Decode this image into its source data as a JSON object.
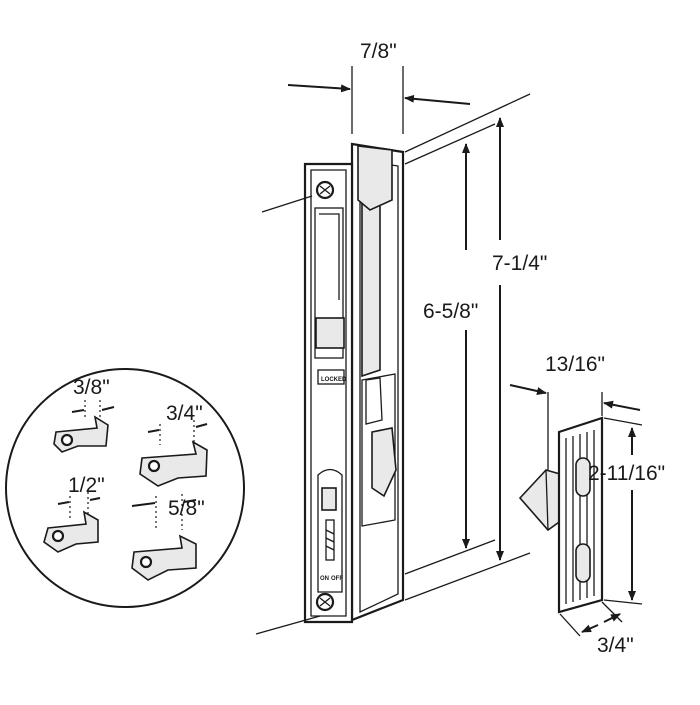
{
  "dimensions": {
    "width_label": "7/8\"",
    "inner_height_label": "6-5/8\"",
    "overall_height_label": "7-1/4\"",
    "keeper_width_label": "13/16\"",
    "keeper_height_label": "2-11/16\"",
    "keeper_depth_label": "3/4\""
  },
  "hook_options": [
    {
      "label": "3/8\""
    },
    {
      "label": "3/4\""
    },
    {
      "label": "1/2\""
    },
    {
      "label": "5/8\""
    }
  ],
  "latch_markings": {
    "lock_label": "LOCKED",
    "on_label": "ON",
    "off_label": "OFF"
  }
}
